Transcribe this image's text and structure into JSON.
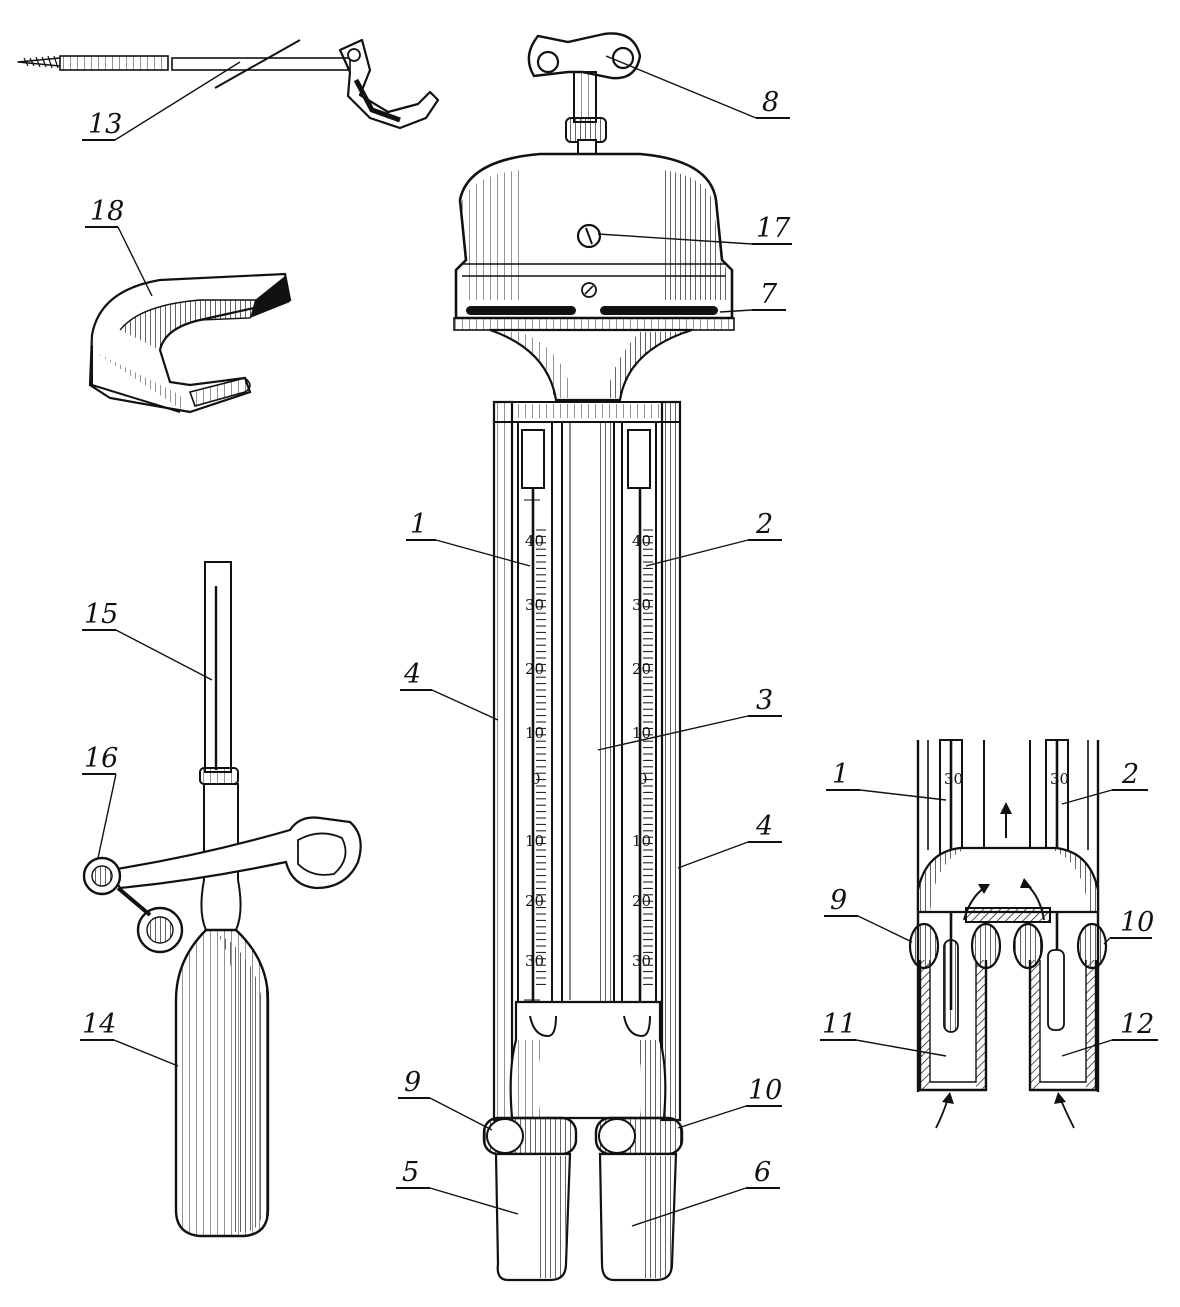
{
  "diagram": {
    "main_labels": {
      "l1": "1",
      "l2": "2",
      "l3": "3",
      "l4a": "4",
      "l4b": "4",
      "l5": "5",
      "l6": "6",
      "l7": "7",
      "l8": "8",
      "l9": "9",
      "l10": "10",
      "l17": "17"
    },
    "other_labels": {
      "l13": "13",
      "l14": "14",
      "l15": "15",
      "l16": "16",
      "l18": "18"
    },
    "detail_labels": {
      "l1": "1",
      "l2": "2",
      "l9": "9",
      "l10": "10",
      "l11": "11",
      "l12": "12"
    },
    "scale_left": [
      "40",
      "30",
      "20",
      "10",
      "0",
      "10",
      "20",
      "30"
    ],
    "scale_right": [
      "40",
      "30",
      "20",
      "10",
      "0",
      "10",
      "20",
      "30"
    ],
    "detail_scale": "30"
  }
}
